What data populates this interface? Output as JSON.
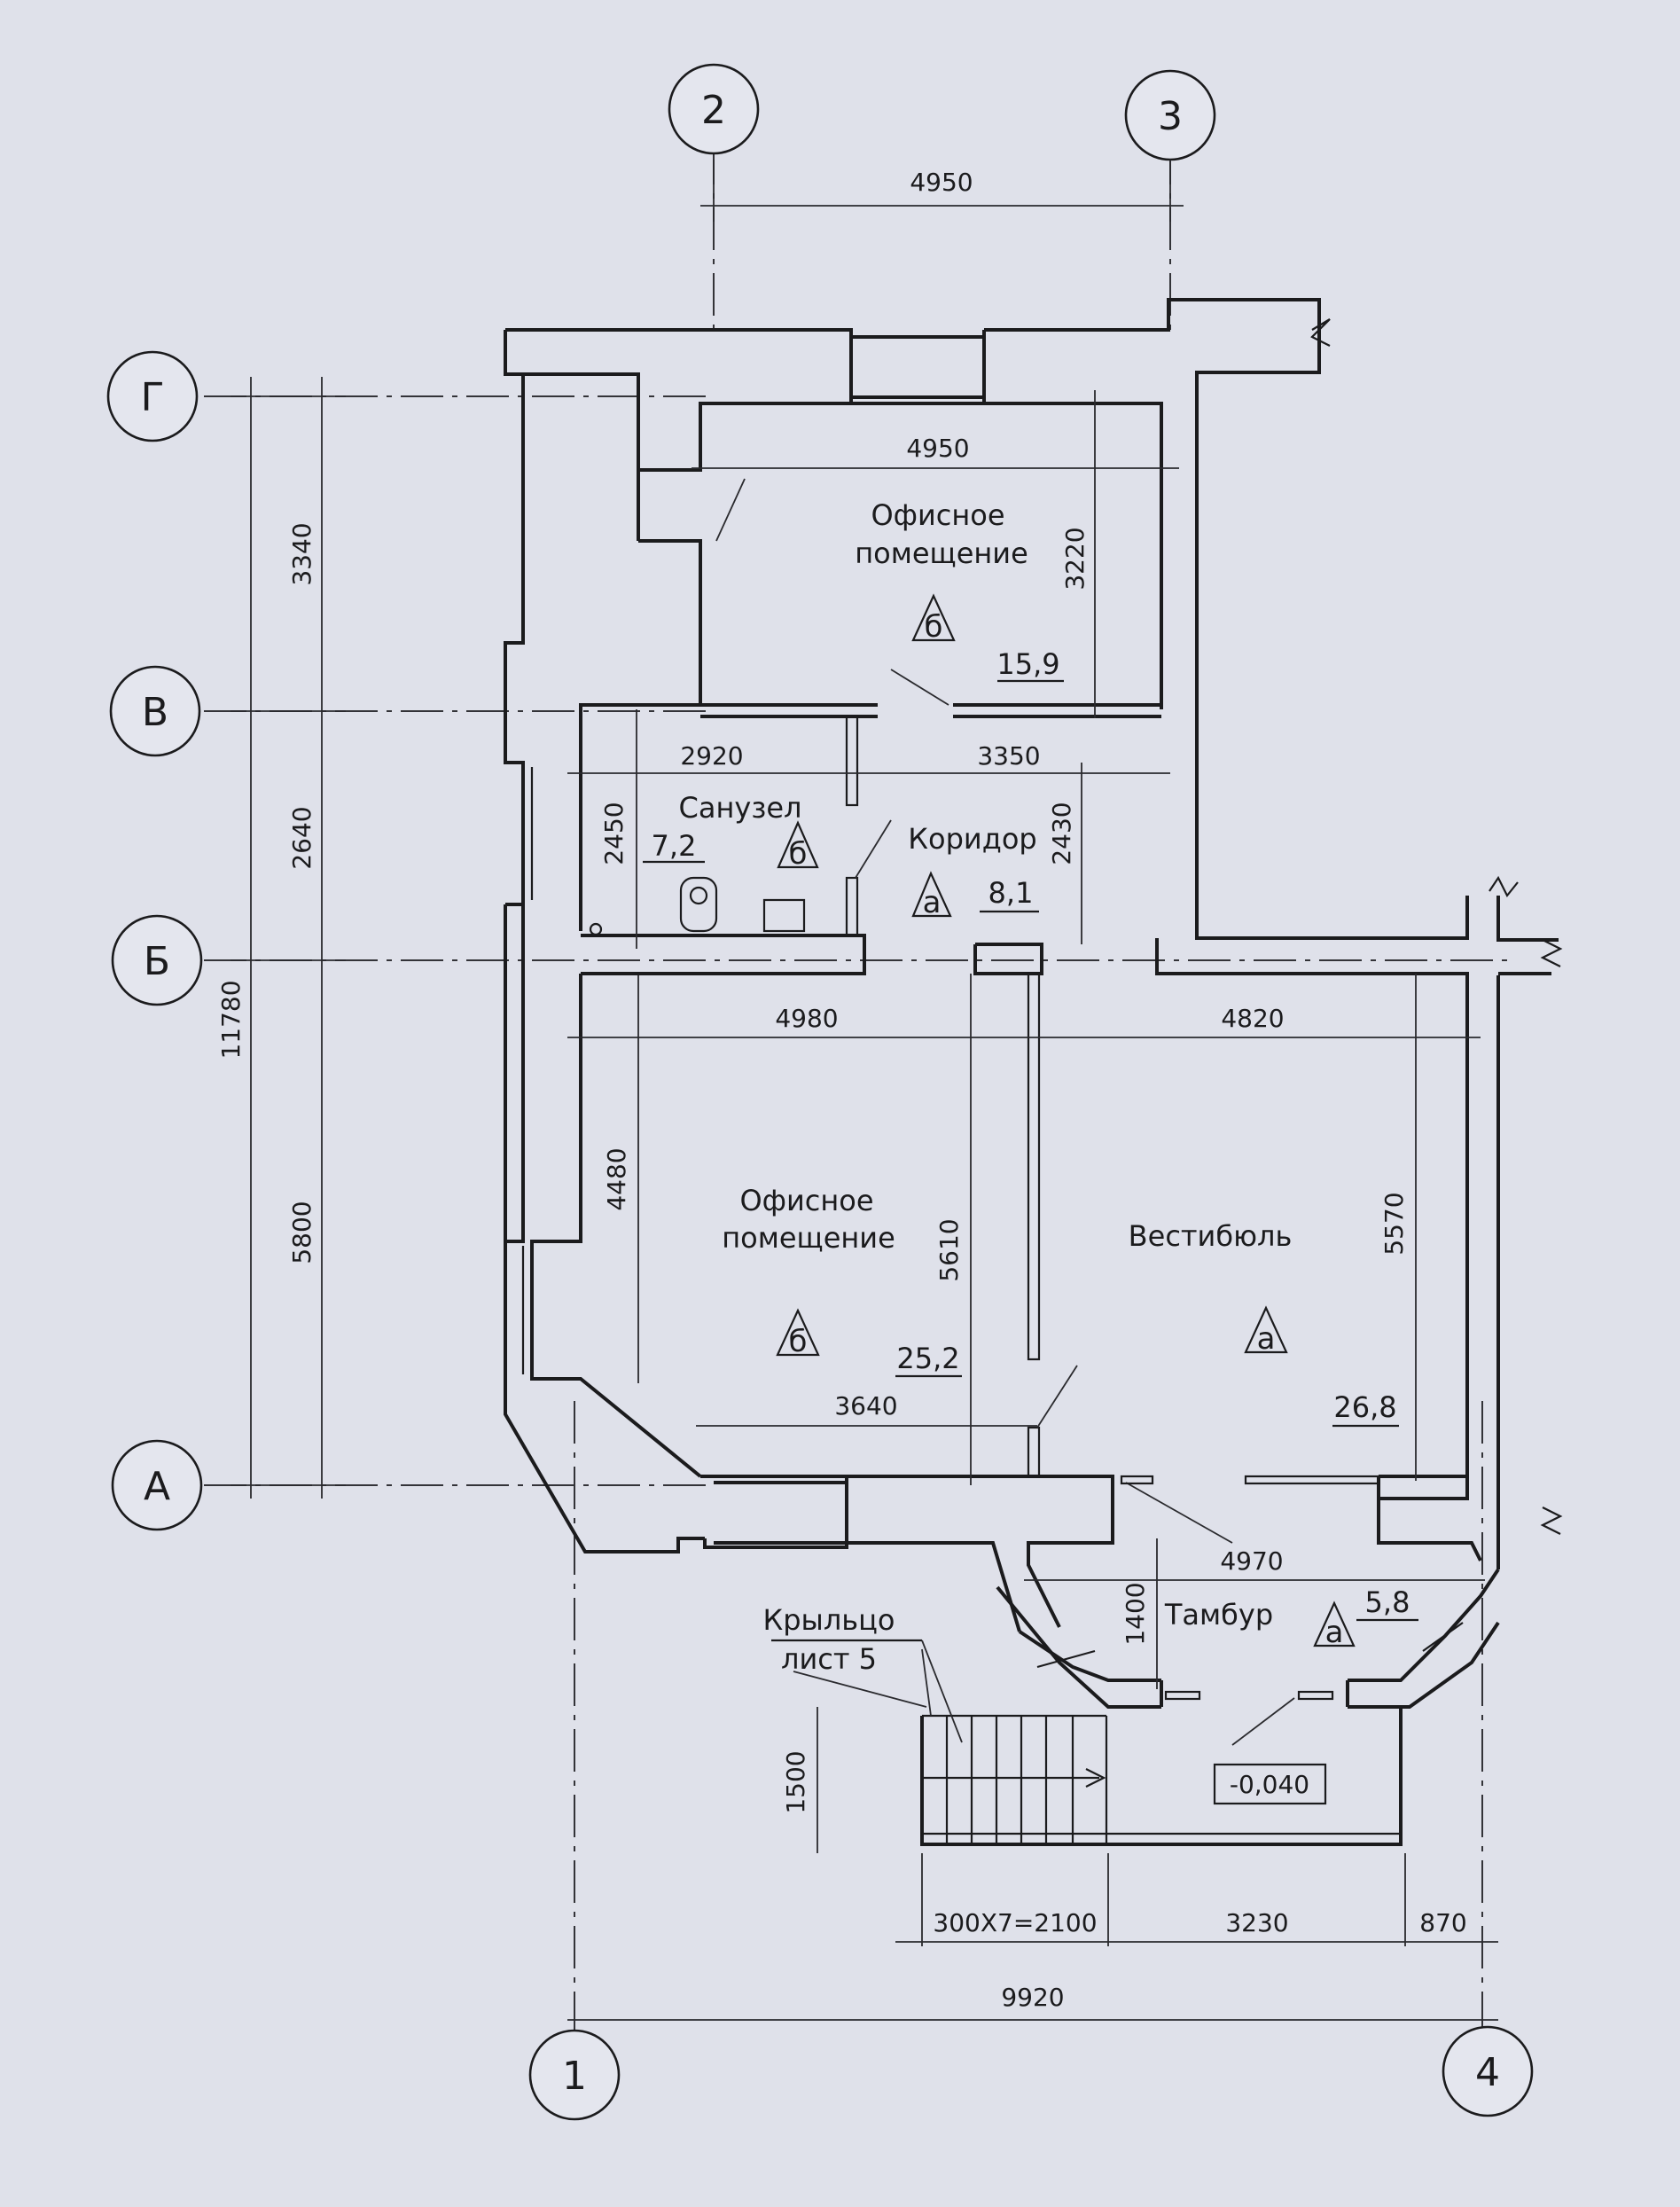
{
  "axes": {
    "col_2": "2",
    "col_3": "3",
    "col_1": "1",
    "col_4": "4",
    "row_g": "Г",
    "row_v": "В",
    "row_b": "Б",
    "row_a": "А"
  },
  "dims": {
    "top_span": "4950",
    "office_top_w": "4950",
    "office_top_h": "3220",
    "wc_w": "2920",
    "corr_w": "3350",
    "wc_h": "2450",
    "corr_h": "2430",
    "office_bot_w": "4980",
    "vest_w": "4820",
    "office_bot_h1": "4480",
    "office_bot_h2": "5610",
    "vest_h": "5570",
    "office_bot_low": "3640",
    "tambur_w": "4970",
    "tambur_h": "1400",
    "porch_h": "1500",
    "steps": "300X7=2100",
    "porch_mid": "3230",
    "porch_right": "870",
    "total_w": "9920",
    "left_3340": "3340",
    "left_2640": "2640",
    "left_5800": "5800",
    "left_total": "11780"
  },
  "rooms": {
    "office_top": {
      "line1": "Офисное",
      "line2": "помещение",
      "mark": "б",
      "area": "15,9"
    },
    "wc": {
      "name": "Санузел",
      "mark": "б",
      "area": "7,2"
    },
    "corridor": {
      "name": "Коридор",
      "mark": "а",
      "area": "8,1"
    },
    "office_bot": {
      "line1": "Офисное",
      "line2": "помещение",
      "mark": "б",
      "area": "25,2"
    },
    "vestibule": {
      "name": "Вестибюль",
      "mark": "а",
      "area": "26,8"
    },
    "tambur": {
      "name": "Тамбур",
      "mark": "а",
      "area": "5,8"
    }
  },
  "porch": {
    "line1": "Крыльцо",
    "line2": "лист 5",
    "level": "-0,040"
  }
}
